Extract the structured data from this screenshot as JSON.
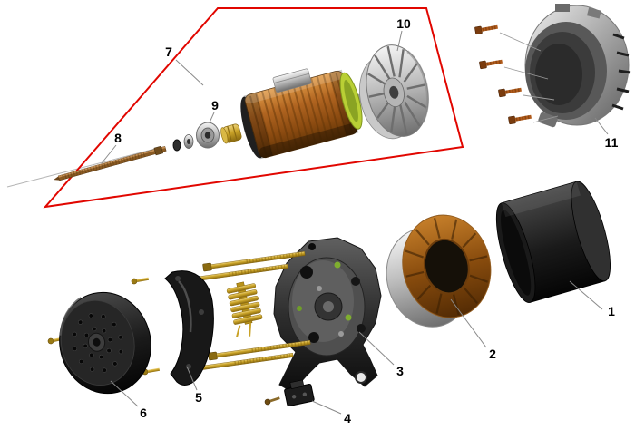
{
  "part_labels": {
    "n1": "1",
    "n2": "2",
    "n3": "3",
    "n4": "4",
    "n5": "5",
    "n6": "6",
    "n7": "7",
    "n8": "8",
    "n9": "9",
    "n10": "10",
    "n11": "11"
  },
  "colors": {
    "background": "#ffffff",
    "highlight_box": "#e10600",
    "leader_line": "#8a8a8a",
    "copper": "#a55a17",
    "gold": "#c9a227",
    "silver": "#c8c8c8",
    "dark_metal": "#1c1c1c",
    "green_accent": "#b9cf35"
  }
}
